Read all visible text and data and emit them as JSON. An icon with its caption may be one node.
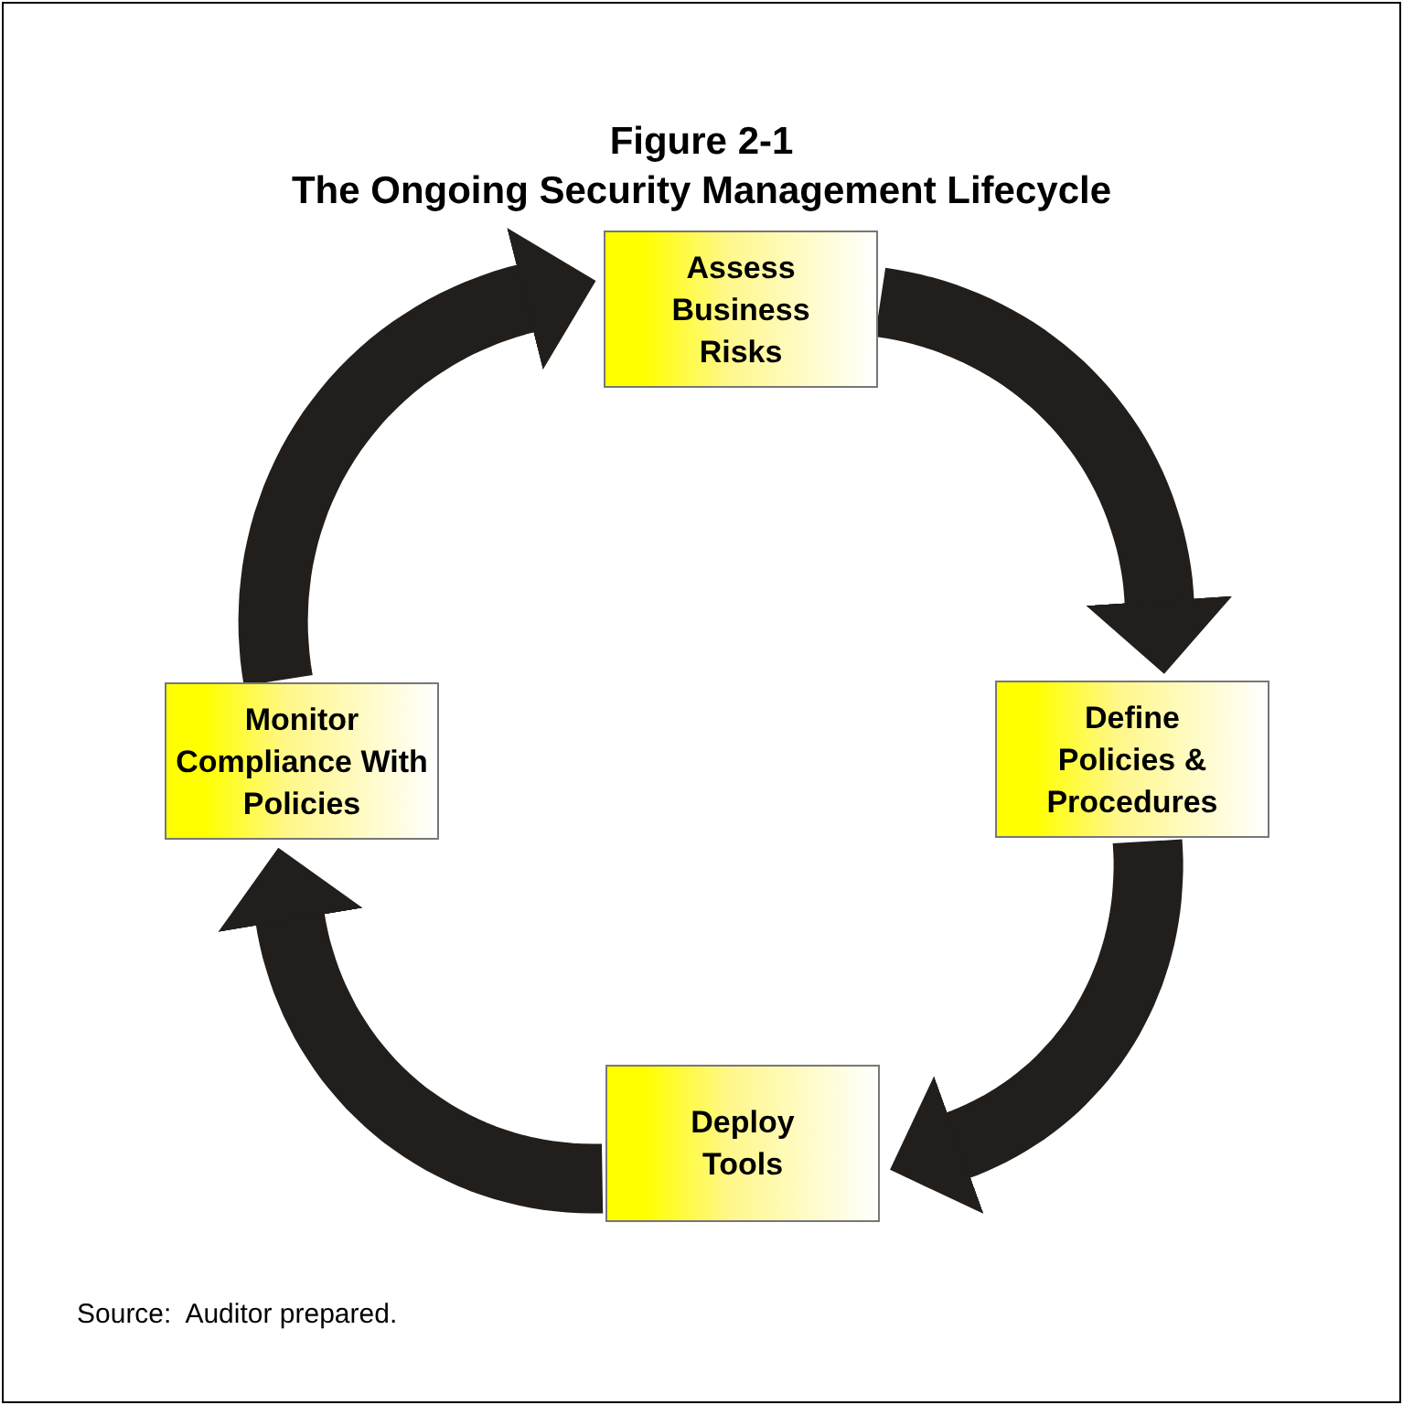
{
  "diagram": {
    "title": "Figure 2-1 The Ongoing Security Management Lifecycle",
    "nodes": [
      {
        "text": [
          "Assess Business Risks"
        ]
      },
      {
        "text": [
          "Define Policies & Procedures"
        ]
      },
      {
        "text": [
          "Deploy Tools"
        ]
      },
      {
        "text": [
          "Monitor Compliance With Policies"
        ]
      }
    ],
    "edges": [
      {
        "from": 0,
        "to": 1,
        "arrow": "to"
      },
      {
        "from": 1,
        "to": 2,
        "arrow": "to"
      },
      {
        "from": 2,
        "to": 3,
        "arrow": "to"
      },
      {
        "from": 3,
        "to": 0,
        "arrow": "to"
      }
    ],
    "labels": [
      "Source:  Auditor prepared."
    ]
  }
}
